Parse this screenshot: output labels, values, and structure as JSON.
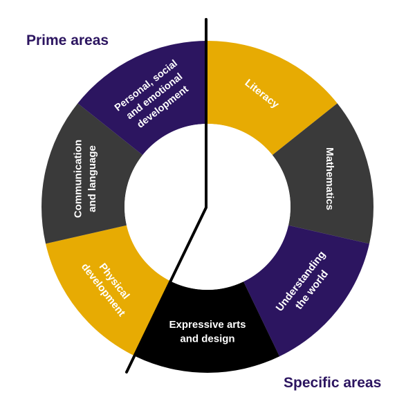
{
  "labels": {
    "prime_areas": "Prime areas",
    "specific_areas": "Specific areas"
  },
  "colors": {
    "purple": "#2c1560",
    "gold": "#e7ab03",
    "dark_gray": "#3a3a3a",
    "black": "#000000",
    "label_purple": "#2c1560"
  },
  "segments": [
    {
      "id": "literacy",
      "lines": [
        "Literacy"
      ],
      "color": "#e7ab03"
    },
    {
      "id": "mathematics",
      "lines": [
        "Mathematics"
      ],
      "color": "#3a3a3a"
    },
    {
      "id": "understanding-world",
      "lines": [
        "Understanding",
        "the world"
      ],
      "color": "#2c1560"
    },
    {
      "id": "expressive-arts",
      "lines": [
        "Expressive arts",
        "and design"
      ],
      "color": "#000000"
    },
    {
      "id": "physical-development",
      "lines": [
        "Physical",
        "development"
      ],
      "color": "#e7ab03"
    },
    {
      "id": "communication-language",
      "lines": [
        "Communication",
        "and language"
      ],
      "color": "#3a3a3a"
    },
    {
      "id": "personal-social-emotional",
      "lines": [
        "Personal, social",
        "and emotional",
        "development"
      ],
      "color": "#2c1560"
    }
  ]
}
